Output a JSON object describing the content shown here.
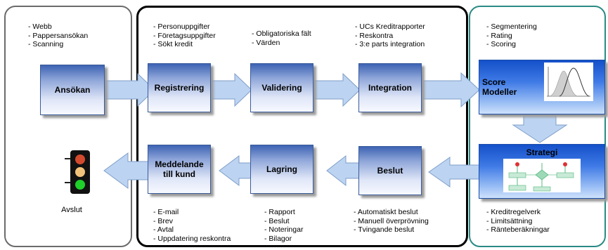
{
  "stages": {
    "ansokan": "Ansökan",
    "registrering": "Registrering",
    "validering": "Validering",
    "integration": "Integration",
    "score": "Score\nModeller",
    "strategi": "Strategi",
    "beslut": "Beslut",
    "lagring": "Lagring",
    "meddelande": "Meddelande\ntill kund"
  },
  "notes": {
    "channels": [
      "Webb",
      "Pappersansökan",
      "Scanning"
    ],
    "registrering": [
      "Personuppgifter",
      "Företagsuppgifter",
      "Sökt kredit"
    ],
    "validering": [
      "Obligatoriska fält",
      "Värden"
    ],
    "integration": [
      "UCs Kreditrapporter",
      "Reskontra",
      "3:e parts integration"
    ],
    "score": [
      "Segmentering",
      "Rating",
      "Scoring"
    ],
    "strategi": [
      "Kreditregelverk",
      "Limitsättning",
      "Ränteberäkningar"
    ],
    "beslut": [
      "Automatiskt beslut",
      "Manuell överprövning",
      "Tvingande beslut"
    ],
    "lagring": [
      "Rapport",
      "Beslut",
      "Noteringar",
      "Bilagor"
    ],
    "meddelande": [
      "E-mail",
      "Brev",
      "Avtal",
      "Uppdatering reskontra"
    ]
  },
  "avslut": "Avslut",
  "colors": {
    "light_blue": "#a9bce6",
    "arrow_fill": "#bcd3f2",
    "traffic_red": "#d24a2e",
    "traffic_amber": "#f2c27a",
    "traffic_green": "#1fcf2a"
  }
}
